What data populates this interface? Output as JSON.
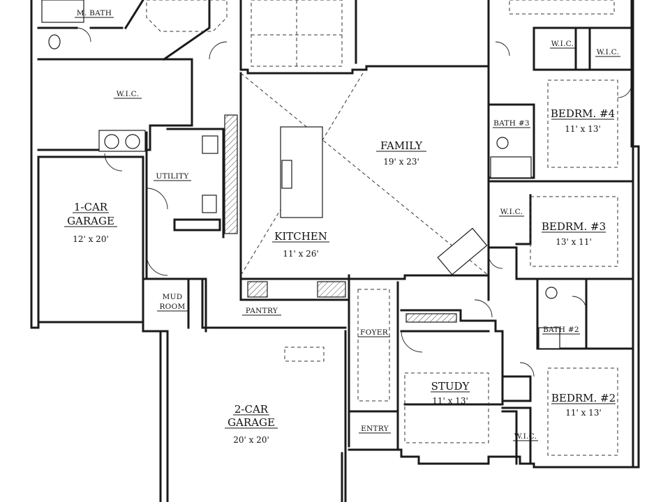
{
  "rooms": {
    "m_bath": {
      "name": "M. BATH"
    },
    "wic_master": {
      "name": "W.I.C."
    },
    "wic_top1": {
      "name": "W.I.C."
    },
    "wic_top2": {
      "name": "W.I.C."
    },
    "garage1": {
      "name_line1": "1-CAR",
      "name_line2": "GARAGE",
      "dim": "12' x 20'"
    },
    "utility": {
      "name": "UTILITY"
    },
    "kitchen": {
      "name": "KITCHEN",
      "dim": "11' x 26'"
    },
    "family": {
      "name": "FAMILY",
      "dim": "19' x 23'"
    },
    "bath3": {
      "name": "BATH #3"
    },
    "bedrm4": {
      "name": "BEDRM. #4",
      "dim": "11' x 13'"
    },
    "wic_b3": {
      "name": "W.I.C."
    },
    "bedrm3": {
      "name": "BEDRM. #3",
      "dim": "13' x 11'"
    },
    "mudroom": {
      "name_line1": "MUD",
      "name_line2": "ROOM"
    },
    "pantry": {
      "name": "PANTRY"
    },
    "foyer": {
      "name": "FOYER"
    },
    "bath2": {
      "name": "BATH #2"
    },
    "study": {
      "name": "STUDY",
      "dim": "11' x 13'"
    },
    "bedrm2": {
      "name": "BEDRM. #2",
      "dim": "11' x 13'"
    },
    "wic_b2": {
      "name": "W.I.C."
    },
    "garage2": {
      "name_line1": "2-CAR",
      "name_line2": "GARAGE",
      "dim": "20' x 20'"
    },
    "entry": {
      "name": "ENTRY"
    }
  },
  "colors": {
    "line": "#1a1a1a",
    "background": "#ffffff"
  }
}
